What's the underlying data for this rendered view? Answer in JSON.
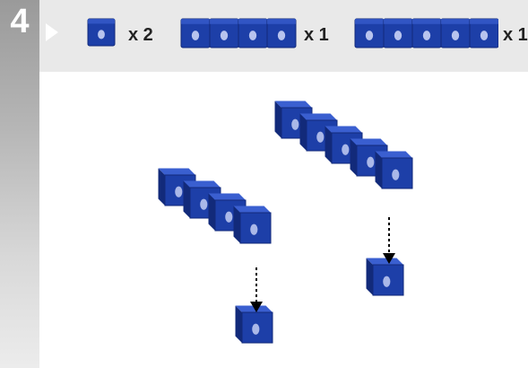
{
  "step": {
    "number": "4"
  },
  "parts": [
    {
      "count": 1,
      "quantity": "x 2"
    },
    {
      "count": 4,
      "quantity": "x 1"
    },
    {
      "count": 5,
      "quantity": "x 1"
    }
  ],
  "colors": {
    "cube": "#1d3fa8",
    "cube_dark": "#122a7a",
    "cube_light": "#3a5fd0",
    "arrow": "#000000"
  },
  "icons": {
    "cube": "unifix-cube-icon",
    "arrow": "dotted-down-arrow-icon"
  }
}
